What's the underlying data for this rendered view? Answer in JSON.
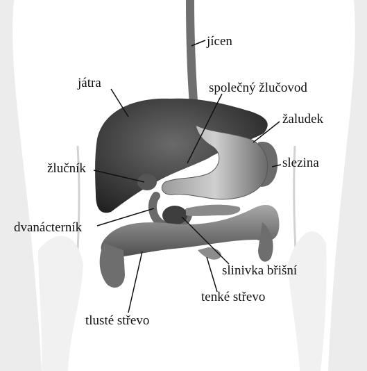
{
  "labels": {
    "jicen": "jícen",
    "jatra": "játra",
    "zlucovod": "společný žlučovod",
    "zaludek": "žaludek",
    "zlucnik": "žlučník",
    "slezina": "slezina",
    "dvanacternik": "dvanácterník",
    "slinivka": "slinivka břišní",
    "tenke": "tenké střevo",
    "tluste": "tlusté střevo"
  },
  "colors": {
    "ink": "#111111",
    "organ_dark": "#3b3b3b",
    "organ_mid": "#8a8a8a",
    "body_outline": "#d4d4d4"
  }
}
